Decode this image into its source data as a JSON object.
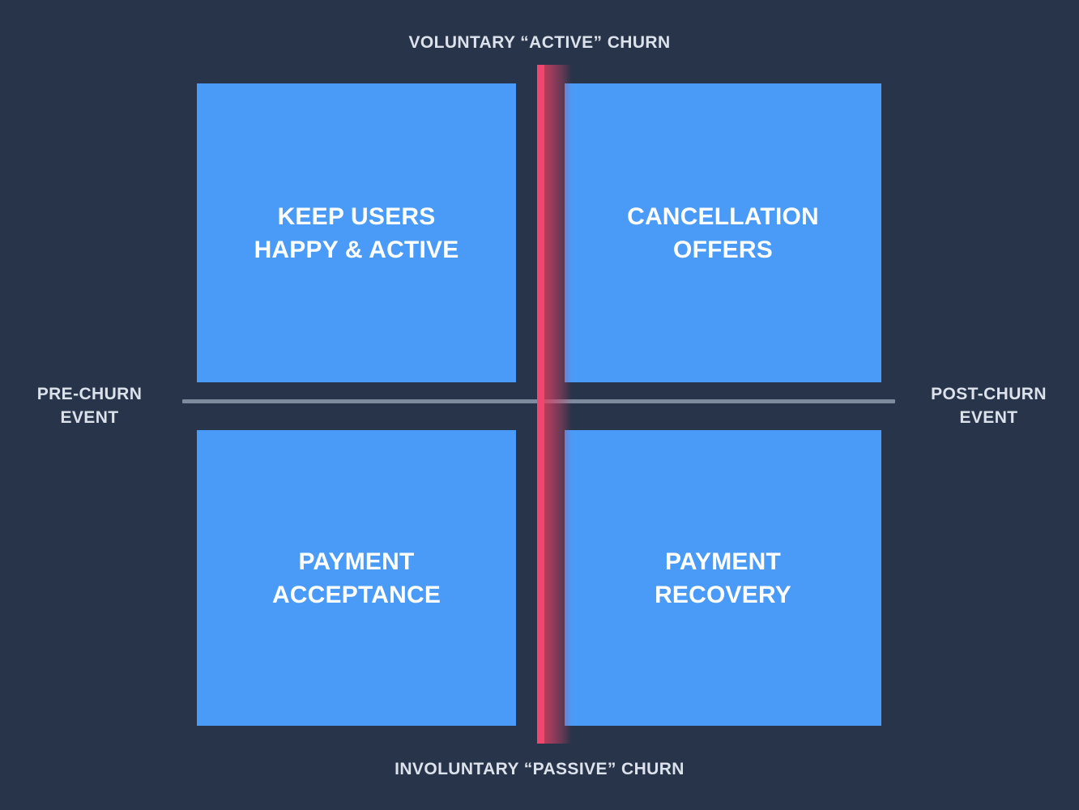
{
  "diagram": {
    "title": "Churn prevention quadrant matrix",
    "background_color": "#283449"
  },
  "axes": {
    "vertical": {
      "top_label": "VOLUNTARY “ACTIVE” CHURN",
      "bottom_label": "INVOLUNTARY “PASSIVE” CHURN",
      "color": "#f2466e",
      "glow_color": "#b04464"
    },
    "horizontal": {
      "left_label": "PRE-CHURN\nEVENT",
      "right_label": "POST-CHURN\nEVENT",
      "color": "#7e8a9e"
    }
  },
  "quadrants": [
    {
      "id": "top-left",
      "label": "KEEP USERS\nHAPPY & ACTIVE",
      "color": "#4a9bf7",
      "position": "voluntary-active / pre-churn"
    },
    {
      "id": "top-right",
      "label": "CANCELLATION\nOFFERS",
      "color": "#4a9bf7",
      "position": "voluntary-active / post-churn"
    },
    {
      "id": "bottom-left",
      "label": "PAYMENT\nACCEPTANCE",
      "color": "#4a9bf7",
      "position": "involuntary-passive / pre-churn"
    },
    {
      "id": "bottom-right",
      "label": "PAYMENT\nRECOVERY",
      "color": "#4a9bf7",
      "position": "involuntary-passive / post-churn"
    }
  ]
}
